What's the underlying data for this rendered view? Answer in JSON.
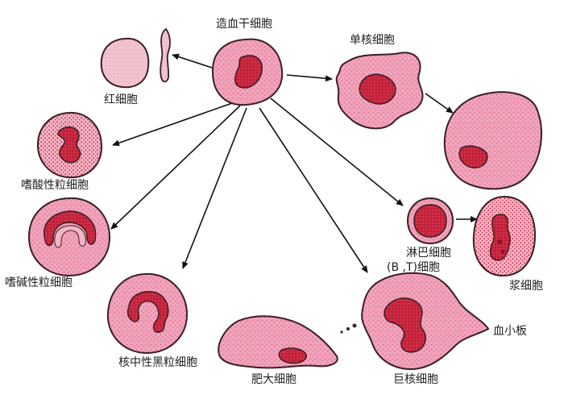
{
  "labels": {
    "stem_cell": "造血干细胞",
    "red_cell": "红细胞",
    "monocyte": "单核细胞",
    "eosinophil": "嗜酸性粒细胞",
    "basophil": "嗜碱性粒细胞",
    "neutrophil": "核中性黑粒细胞",
    "mast_cell": "肥大细胞",
    "megakaryocyte": "巨核细胞",
    "platelet": "血小板",
    "lymphocyte_line1": "淋巴细胞",
    "lymphocyte_line2": "(B ,T)细胞",
    "plasma_cell": "浆细胞"
  },
  "colors": {
    "cytoplasm": "#f4a9bf",
    "cytoplasm_dark": "#e68aa5",
    "nucleus": "#c6243c",
    "outline": "#3a1f26",
    "arrow": "#111111"
  }
}
